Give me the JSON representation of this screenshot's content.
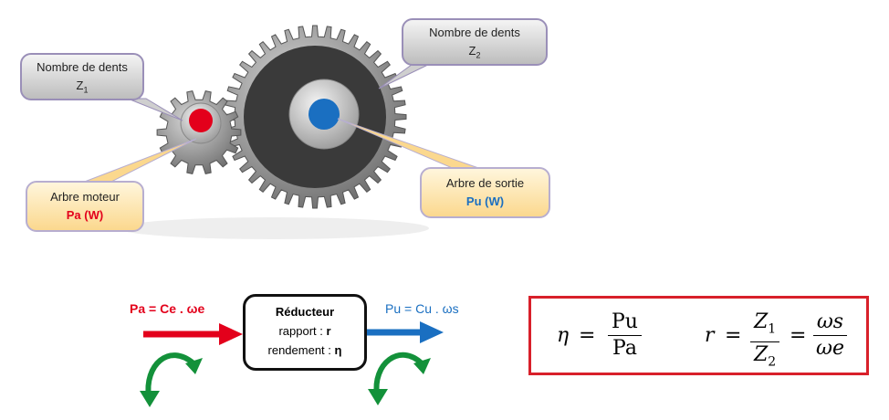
{
  "callouts": {
    "z1": {
      "line1": "Nombre de dents",
      "line2": "Z",
      "sub": "1"
    },
    "z2": {
      "line1": "Nombre de dents",
      "line2": "Z",
      "sub": "2"
    },
    "input": {
      "line1": "Arbre moteur",
      "line2": "Pa (W)"
    },
    "output": {
      "line1": "Arbre de sortie",
      "line2": "Pu (W)"
    }
  },
  "flow": {
    "input_label": "Pa = Ce . ωe",
    "output_label": "Pu = Cu . ωs",
    "box_title": "Réducteur",
    "ratio_label": "rapport : ",
    "ratio_symbol": "r",
    "efficiency_label": "rendement : ",
    "efficiency_symbol": "η"
  },
  "formulas": {
    "eta": "η",
    "eq": "=",
    "eta_num": "Pu",
    "eta_den": "Pa",
    "r": "r",
    "z_num": "Z",
    "z_num_sub": "1",
    "z_den": "Z",
    "z_den_sub": "2",
    "w_num": "ωs",
    "w_den": "ωe"
  },
  "colors": {
    "input": "#e3001b",
    "output": "#1a6fc1",
    "rotation": "#13913a",
    "frame": "#d8202a"
  }
}
